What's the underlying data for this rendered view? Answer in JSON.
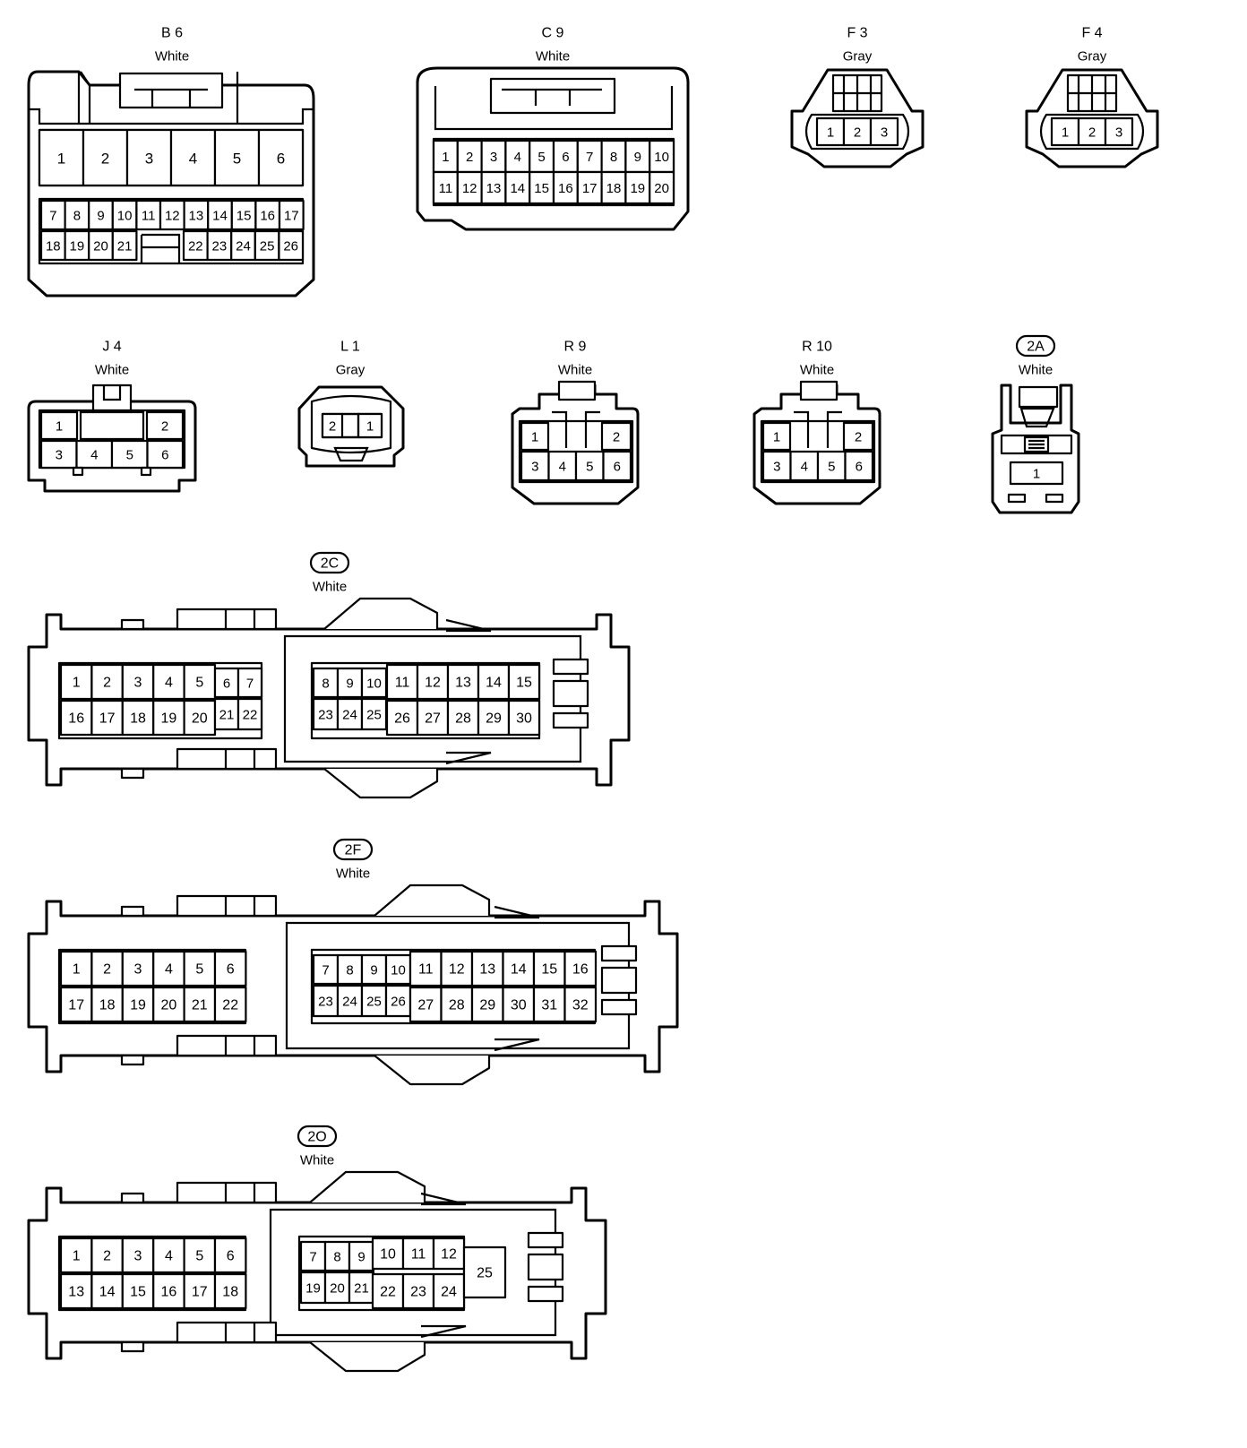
{
  "connectors": [
    {
      "code": "B 6",
      "color": "White",
      "badge": false,
      "pins": [
        "1",
        "2",
        "3",
        "4",
        "5",
        "6",
        "7",
        "8",
        "9",
        "10",
        "11",
        "12",
        "13",
        "14",
        "15",
        "16",
        "17",
        "18",
        "19",
        "20",
        "21",
        "22",
        "23",
        "24",
        "25",
        "26"
      ]
    },
    {
      "code": "C 9",
      "color": "White",
      "badge": false,
      "pins": [
        "1",
        "2",
        "3",
        "4",
        "5",
        "6",
        "7",
        "8",
        "9",
        "10",
        "11",
        "12",
        "13",
        "14",
        "15",
        "16",
        "17",
        "18",
        "19",
        "20"
      ]
    },
    {
      "code": "F 3",
      "color": "Gray",
      "badge": false,
      "pins": [
        "1",
        "2",
        "3"
      ]
    },
    {
      "code": "F 4",
      "color": "Gray",
      "badge": false,
      "pins": [
        "1",
        "2",
        "3"
      ]
    },
    {
      "code": "J 4",
      "color": "White",
      "badge": false,
      "pins": [
        "1",
        "2",
        "3",
        "4",
        "5",
        "6"
      ]
    },
    {
      "code": "L 1",
      "color": "Gray",
      "badge": false,
      "pins": [
        "2",
        "1"
      ]
    },
    {
      "code": "R 9",
      "color": "White",
      "badge": false,
      "pins": [
        "1",
        "2",
        "3",
        "4",
        "5",
        "6"
      ]
    },
    {
      "code": "R 10",
      "color": "White",
      "badge": false,
      "pins": [
        "1",
        "2",
        "3",
        "4",
        "5",
        "6"
      ]
    },
    {
      "code": "2A",
      "color": "White",
      "badge": true,
      "pins": [
        "1"
      ]
    },
    {
      "code": "2C",
      "color": "White",
      "badge": true,
      "pins": [
        "1",
        "2",
        "3",
        "4",
        "5",
        "6",
        "7",
        "8",
        "9",
        "10",
        "11",
        "12",
        "13",
        "14",
        "15",
        "16",
        "17",
        "18",
        "19",
        "20",
        "21",
        "22",
        "23",
        "24",
        "25",
        "26",
        "27",
        "28",
        "29",
        "30"
      ]
    },
    {
      "code": "2F",
      "color": "White",
      "badge": true,
      "pins": [
        "1",
        "2",
        "3",
        "4",
        "5",
        "6",
        "7",
        "8",
        "9",
        "10",
        "11",
        "12",
        "13",
        "14",
        "15",
        "16",
        "17",
        "18",
        "19",
        "20",
        "21",
        "22",
        "23",
        "24",
        "25",
        "26",
        "27",
        "28",
        "29",
        "30",
        "31",
        "32"
      ]
    },
    {
      "code": "2O",
      "color": "White",
      "badge": true,
      "pins": [
        "1",
        "2",
        "3",
        "4",
        "5",
        "6",
        "7",
        "8",
        "9",
        "10",
        "11",
        "12",
        "13",
        "14",
        "15",
        "16",
        "17",
        "18",
        "19",
        "20",
        "21",
        "22",
        "23",
        "24",
        "25"
      ]
    }
  ]
}
